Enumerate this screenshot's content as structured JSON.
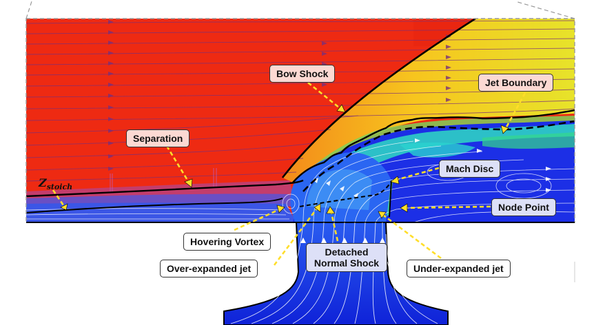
{
  "labels": {
    "bow_shock": "Bow Shock",
    "jet_boundary": "Jet Boundary",
    "separation": "Separation",
    "mach_disc": "Mach Disc",
    "node_point": "Node Point",
    "hovering_vortex": "Hovering Vortex",
    "detached_normal_shock_line1": "Detached",
    "detached_normal_shock_line2": "Normal Shock",
    "over_expanded_jet": "Over-expanded jet",
    "under_expanded_jet": "Under-expanded jet",
    "z_stoich_main": "Z",
    "z_stoich_sub": "stoich"
  },
  "colors": {
    "freestream": "#ee2a12",
    "arrow": "#ffde2a",
    "jet_core": "#1530e0",
    "streamline": "#ffffff"
  }
}
